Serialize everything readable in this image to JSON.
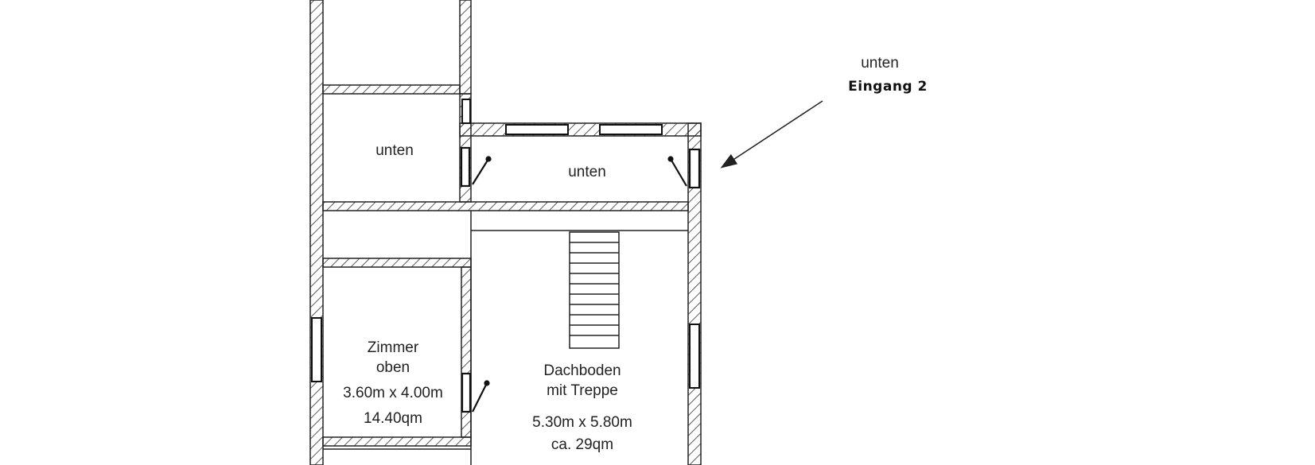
{
  "plan": {
    "entrance": {
      "level_label": "unten",
      "title": "Eingang 2"
    },
    "rooms": {
      "left_small": {
        "label": "unten"
      },
      "top_right": {
        "label": "unten"
      },
      "zimmer": {
        "name_line1": "Zimmer",
        "name_line2": "oben",
        "dimensions": "3.60m x 4.00m",
        "area": "14.40qm"
      },
      "dachboden": {
        "name_line1": "Dachboden",
        "name_line2": "mit Treppe",
        "dimensions": "5.30m x 5.80m",
        "area": "ca. 29qm"
      }
    },
    "colors": {
      "wall": "#222222",
      "hatch": "#333333",
      "background": "#ffffff"
    }
  }
}
